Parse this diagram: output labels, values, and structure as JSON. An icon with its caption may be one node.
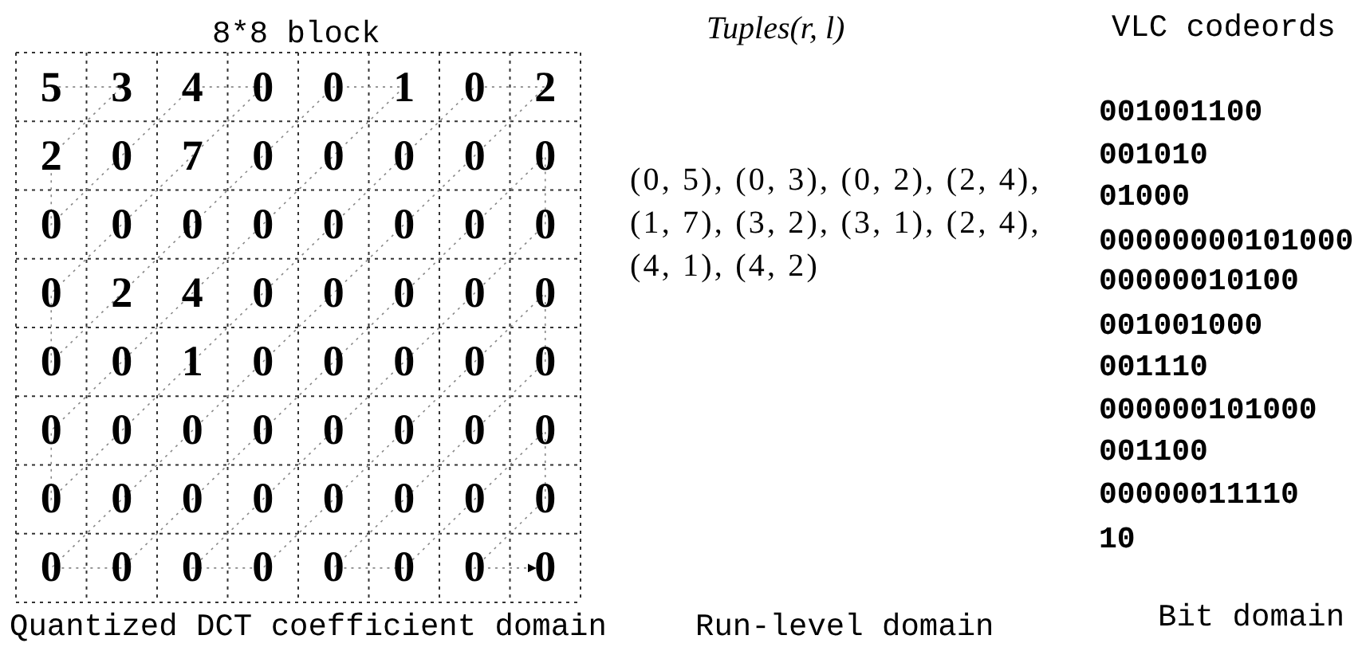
{
  "diagram": {
    "labels": [
      "8*8 block",
      "Tuples(r, l)",
      "VLC codeords",
      "5",
      "3",
      "4",
      "0",
      "0",
      "1",
      "0",
      "2",
      "2",
      "0",
      "7",
      "0",
      "0",
      "0",
      "0",
      "0",
      "0",
      "0",
      "0",
      "0",
      "0",
      "0",
      "0",
      "0",
      "0",
      "2",
      "4",
      "0",
      "0",
      "0",
      "0",
      "0",
      "0",
      "0",
      "1",
      "0",
      "0",
      "0",
      "0",
      "0",
      "0",
      "0",
      "0",
      "0",
      "0",
      "0",
      "0",
      "0",
      "0",
      "0",
      "0",
      "0",
      "0",
      "0",
      "0",
      "0",
      "0",
      "0",
      "0",
      "0",
      "0",
      "0",
      "0",
      "0",
      "(0, 5), (0, 3), (0, 2), (2, 4), (1, 7), (3, 2), (3, 1), (2, 4), (4, 1), (4, 2)",
      "001001100",
      "001010",
      "01000",
      "00000000101000",
      "00000010100",
      "001001000",
      "001110",
      "000000101000",
      "001100",
      "00000011110",
      "10",
      "Quantized DCT coefficient domain",
      "Run-level domain",
      "Bit domain"
    ]
  }
}
